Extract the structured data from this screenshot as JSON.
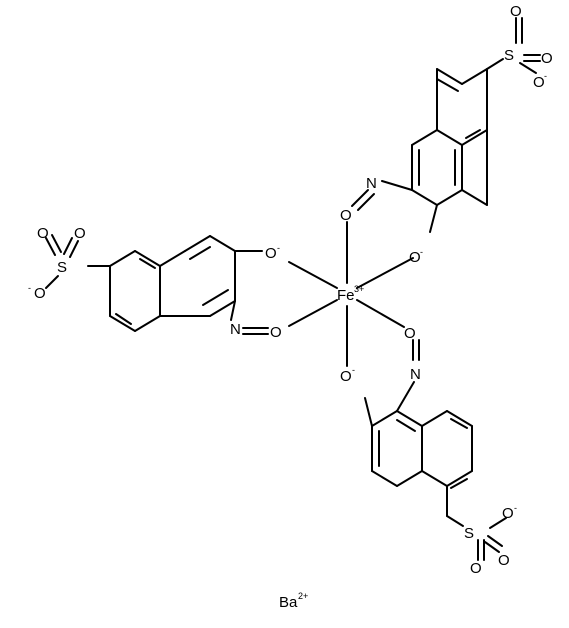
{
  "molecule": {
    "center_ion": {
      "symbol": "Fe",
      "charge": "3+"
    },
    "counter_ion": {
      "symbol": "Ba",
      "charge": "2+"
    },
    "atom_labels": {
      "oxygen": "O",
      "nitrogen": "N",
      "sulfur": "S",
      "oxide_charge": "-"
    },
    "ligands": [
      "1-nitroso-2-naphtholate-6-sulfonate (upper right)",
      "1-nitroso-2-naphtholate-6-sulfonate (left)",
      "1-nitroso-2-naphtholate-6-sulfonate (lower)"
    ]
  },
  "colors": {
    "bond": "#000000",
    "text": "#000000",
    "background": "#ffffff"
  }
}
